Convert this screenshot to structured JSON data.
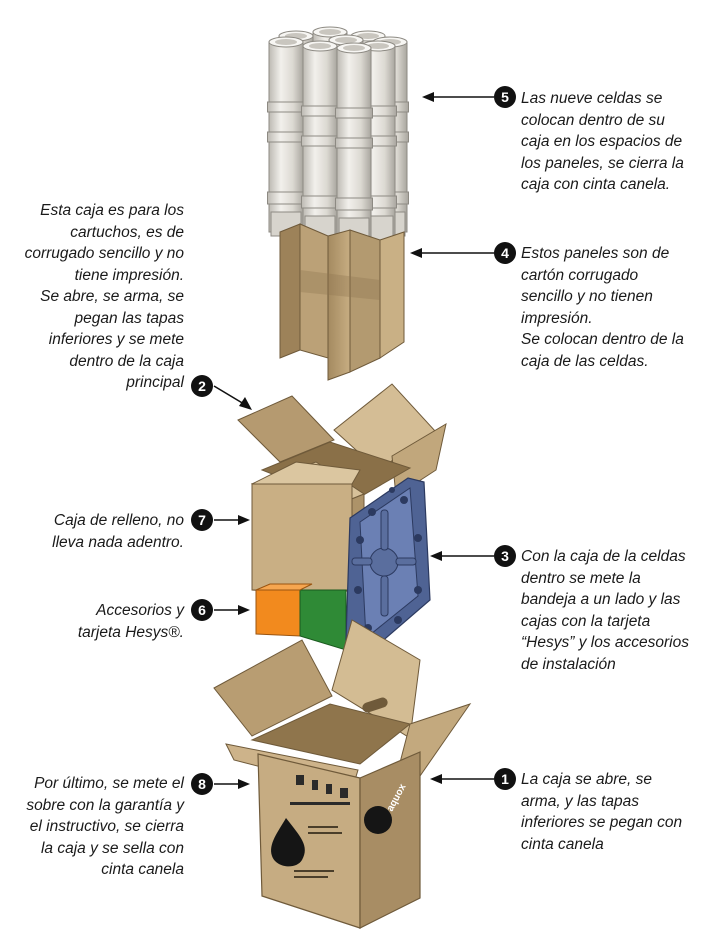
{
  "steps": [
    {
      "number": "1",
      "text": "La caja se abre, se\narma, y las tapas\ninferiores se pegan con\ncinta canela"
    },
    {
      "number": "2",
      "text": "Esta caja es para los\ncartuchos, es de\ncorrugado sencillo y no\ntiene impresión.\nSe abre, se arma, se\npegan las tapas\ninferiores y se mete\ndentro de la caja\nprincipal"
    },
    {
      "number": "3",
      "text": "Con la caja de la celdas\ndentro se mete la\nbandeja a un lado y las\ncajas con la tarjeta\n“Hesys” y los accesorios\nde instalación"
    },
    {
      "number": "4",
      "text": "Estos paneles son de\ncartón corrugado\nsencillo y no tienen\nimpresión.\nSe colocan dentro de la\ncaja de las celdas."
    },
    {
      "number": "5",
      "text": "Las nueve celdas se\ncolocan dentro de su\ncaja en los espacios de\nlos paneles, se cierra la\ncaja con cinta canela."
    },
    {
      "number": "6",
      "text": "Accesorios y\ntarjeta Hesys®."
    },
    {
      "number": "7",
      "text": "Caja de relleno, no\nlleva nada adentro."
    },
    {
      "number": "8",
      "text": "Por último, se mete el\nsobre con la garantía y\nel instructivo, se cierra\nla caja y se sella con\ncinta canela"
    }
  ],
  "box_brand": "aquox",
  "colors": {
    "cardboard": "#c6ac82",
    "cardboard_dark": "#a88d64",
    "cardboard_light": "#d8c19a",
    "cylinder": "#e8e6e1",
    "tray": "#5a6e9e",
    "accessory_orange": "#f28a1e",
    "accessory_green": "#2f8a36",
    "badge": "#111111"
  }
}
